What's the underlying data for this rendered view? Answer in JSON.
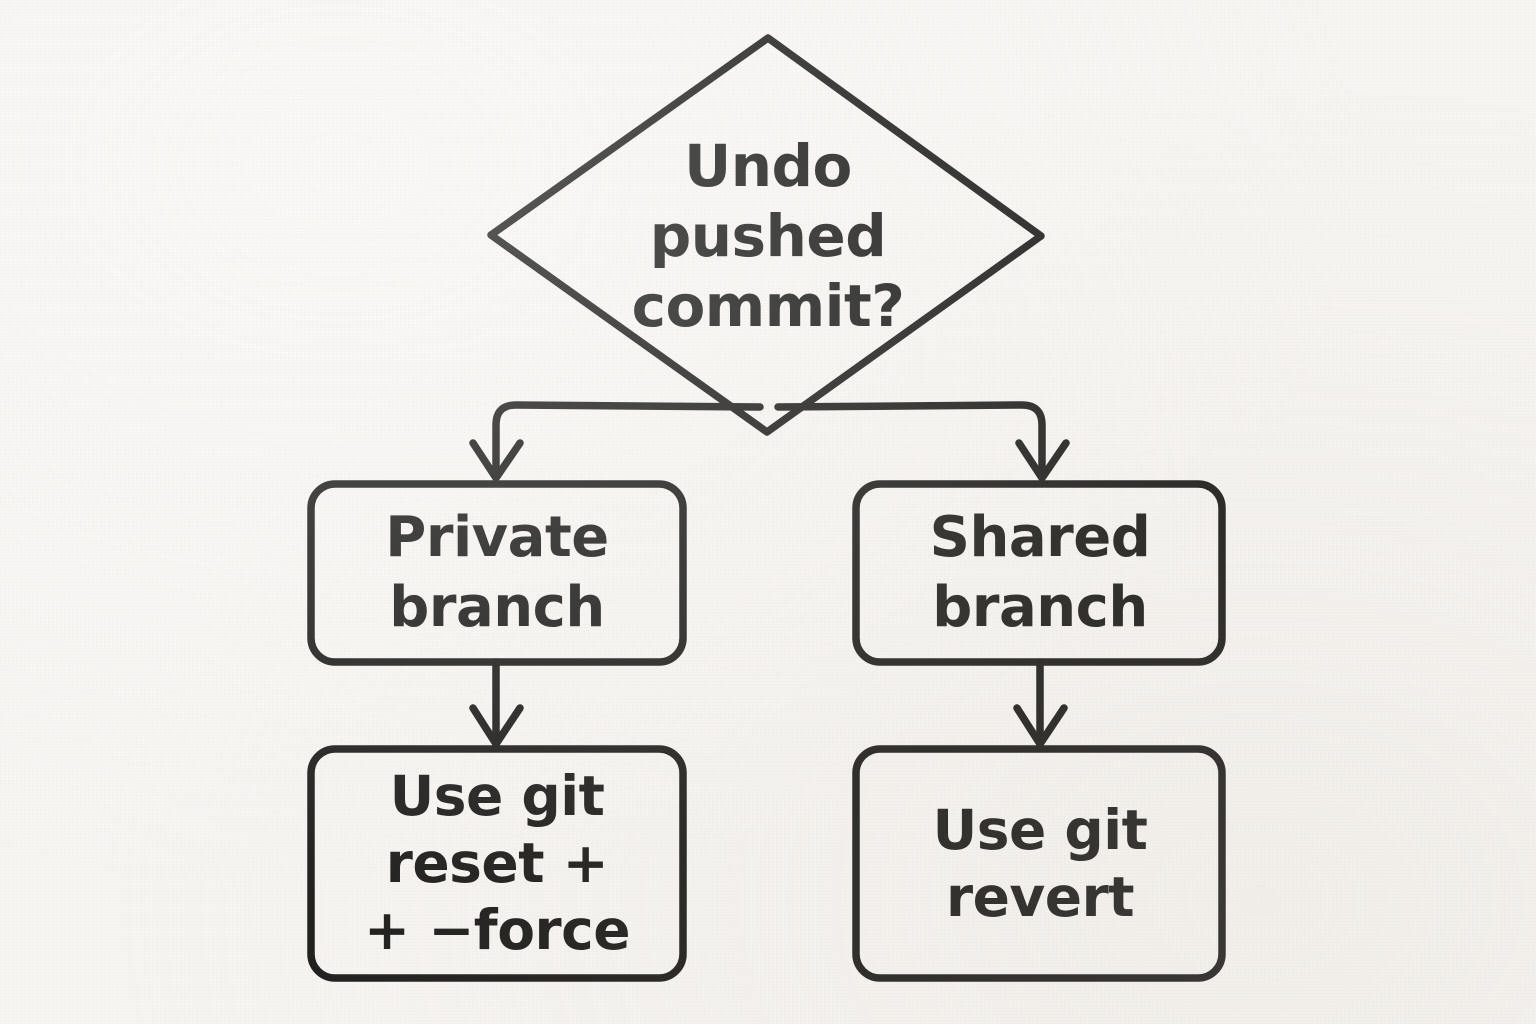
{
  "diagram": {
    "type": "flowchart",
    "title": "Undo pushed commit decision flow",
    "background_color": "#f7f5f2",
    "stroke_color": "#1c1c1a",
    "style": "hand-drawn marker sketch on paper",
    "decision": {
      "shape": "diamond",
      "line1": "Undo",
      "line2": "pushed",
      "line3": "commit?"
    },
    "branches": [
      {
        "id": "private",
        "side": "left",
        "condition": {
          "shape": "rounded-rectangle",
          "line1": "Private",
          "line2": "branch"
        },
        "action": {
          "shape": "rounded-rectangle",
          "line1": "Use git",
          "line2": "reset +",
          "line3": "+ −force"
        }
      },
      {
        "id": "shared",
        "side": "right",
        "condition": {
          "shape": "rounded-rectangle",
          "line1": "Shared",
          "line2": "branch"
        },
        "action": {
          "shape": "rounded-rectangle",
          "line1": "Use git",
          "line2": "revert"
        }
      }
    ],
    "connectors": [
      {
        "from": "decision",
        "to": "private",
        "kind": "elbow-arrow"
      },
      {
        "from": "decision",
        "to": "shared",
        "kind": "elbow-arrow"
      },
      {
        "from": "private",
        "to": "reset-action",
        "kind": "straight-arrow"
      },
      {
        "from": "shared",
        "to": "revert-action",
        "kind": "straight-arrow"
      }
    ]
  }
}
